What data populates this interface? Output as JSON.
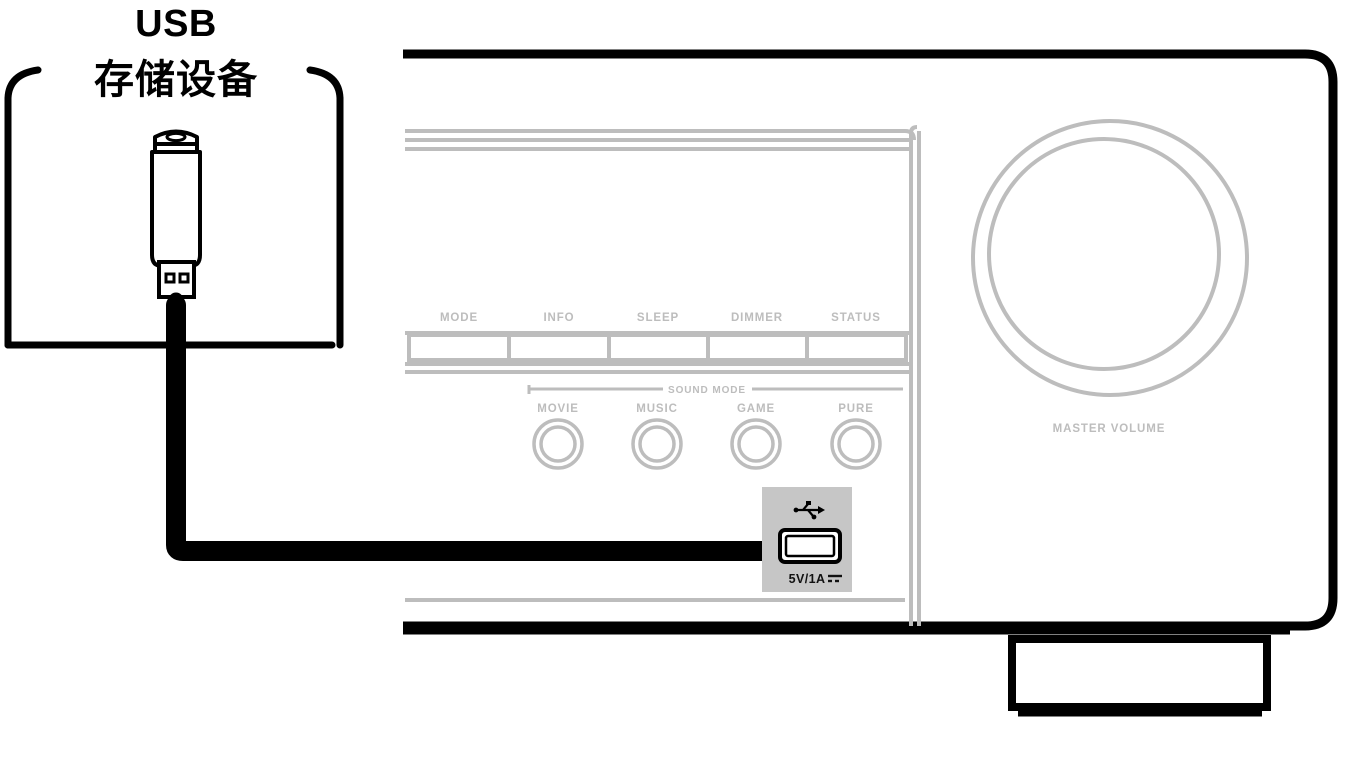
{
  "diagram": {
    "title": "USB storage device connection to AV receiver front panel",
    "background_color": "#ffffff",
    "line_color_dark": "#000000",
    "line_color_panel": "#bdbdbd",
    "port_plate_color": "#c6c6c6"
  },
  "callout": {
    "title": "USB",
    "subtitle": "存储设备",
    "device_name": "usb-flash-drive"
  },
  "cable": {
    "name": "usb-cable",
    "color": "#000000"
  },
  "receiver": {
    "name": "av-receiver-front-panel",
    "top_buttons": [
      {
        "label": "MODE"
      },
      {
        "label": "INFO"
      },
      {
        "label": "SLEEP"
      },
      {
        "label": "DIMMER"
      },
      {
        "label": "STATUS"
      }
    ],
    "sound_mode": {
      "section_label": "SOUND MODE",
      "buttons": [
        {
          "label": "MOVIE"
        },
        {
          "label": "MUSIC"
        },
        {
          "label": "GAME"
        },
        {
          "label": "PURE"
        }
      ]
    },
    "usb_port": {
      "icon": "usb-trident-icon",
      "rating": "5V/1A",
      "dc_symbol": "⎓"
    },
    "volume_knob": {
      "label": "MASTER VOLUME"
    }
  }
}
